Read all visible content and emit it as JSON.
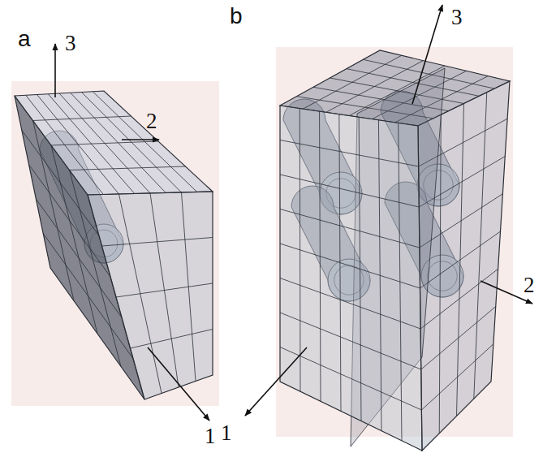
{
  "diagram": {
    "labels": [
      "b",
      "3",
      "a",
      "3",
      "2",
      "2",
      "1",
      "1"
    ]
  }
}
